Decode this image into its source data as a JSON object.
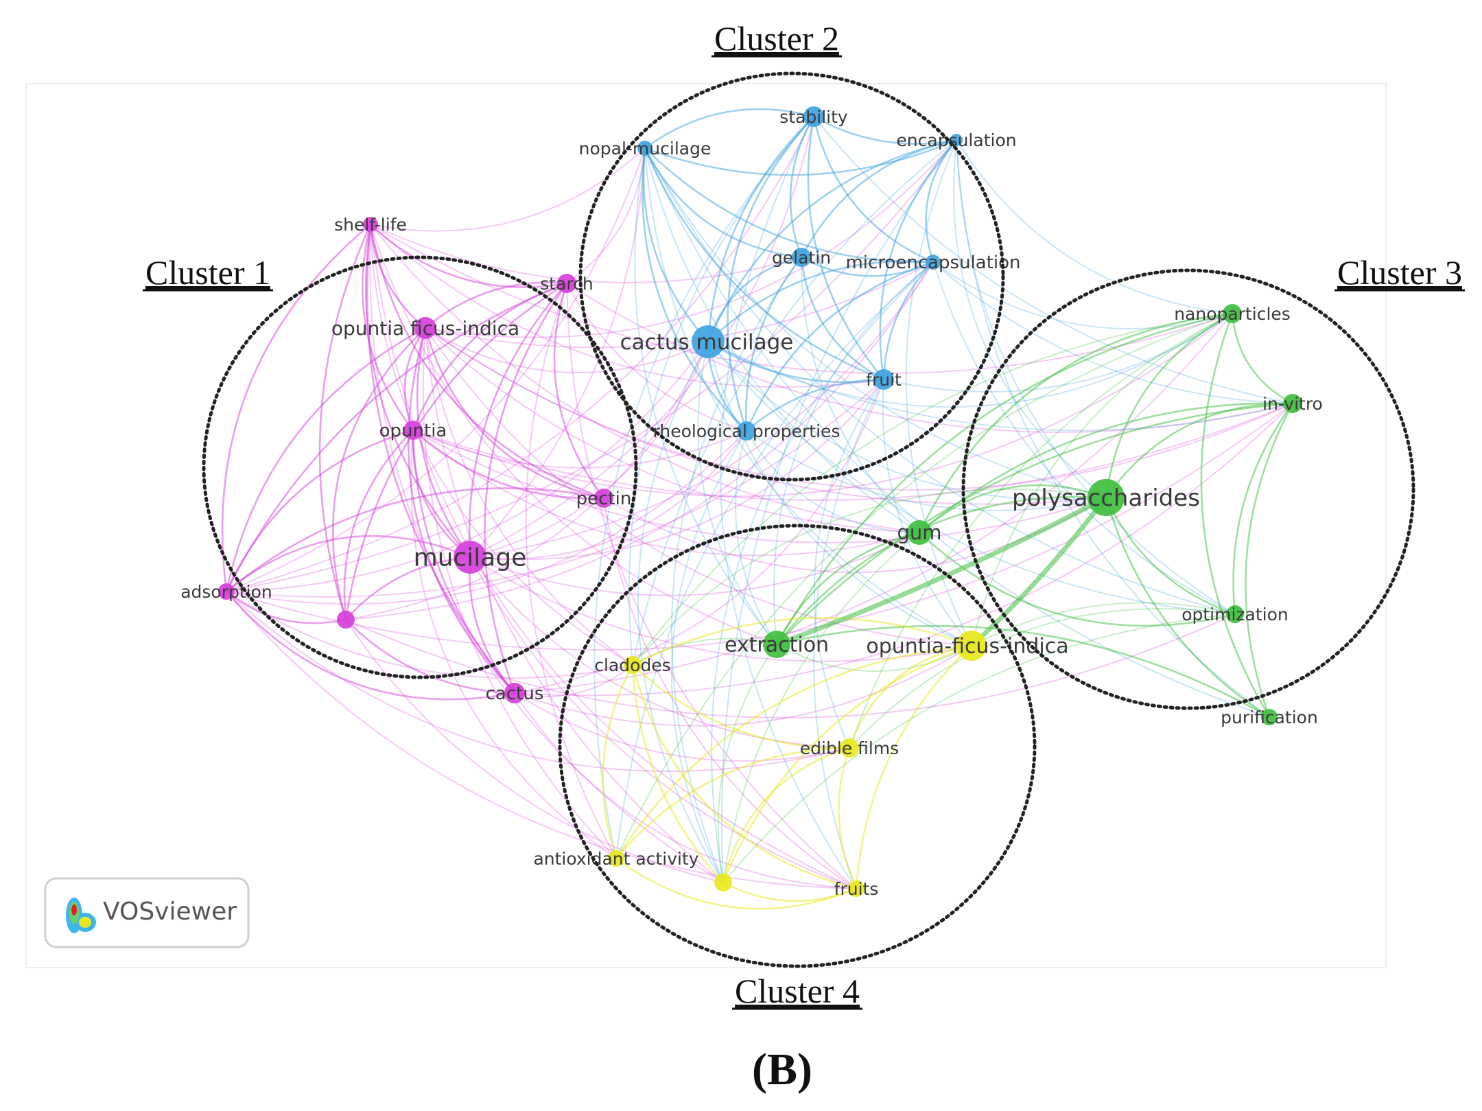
{
  "panel_label": "(B)",
  "logo_text": "VOSviewer",
  "cluster_labels": [
    {
      "id": "c1",
      "text": "Cluster 1"
    },
    {
      "id": "c2",
      "text": "Cluster 2"
    },
    {
      "id": "c3",
      "text": "Cluster 3"
    },
    {
      "id": "c4",
      "text": "Cluster 4"
    }
  ],
  "colors": {
    "cluster1_magenta": "#d63fdc",
    "cluster2_blue": "#3fa3e0",
    "cluster3_green": "#3fbf3f",
    "cluster4_yellow": "#e8e81c",
    "dotted_circle": "#222222"
  },
  "nodes": [
    {
      "id": "shelf-life",
      "label": "shelf-life",
      "cluster": 1
    },
    {
      "id": "starch",
      "label": "starch",
      "cluster": 1
    },
    {
      "id": "opuntia-ficus-indica-1",
      "label": "opuntia ficus-indica",
      "cluster": 1
    },
    {
      "id": "opuntia",
      "label": "opuntia",
      "cluster": 1
    },
    {
      "id": "pectin",
      "label": "pectin",
      "cluster": 1
    },
    {
      "id": "mucilage",
      "label": "mucilage",
      "cluster": 1
    },
    {
      "id": "adsorption",
      "label": "adsorption",
      "cluster": 1
    },
    {
      "id": "unlabeled-1",
      "label": "",
      "cluster": 1
    },
    {
      "id": "cactus",
      "label": "cactus",
      "cluster": 1
    },
    {
      "id": "stability",
      "label": "stability",
      "cluster": 2
    },
    {
      "id": "nopal-mucilage",
      "label": "nopal-mucilage",
      "cluster": 2
    },
    {
      "id": "encapsulation",
      "label": "encapsulation",
      "cluster": 2
    },
    {
      "id": "gelatin",
      "label": "gelatin",
      "cluster": 2
    },
    {
      "id": "microencapsulation",
      "label": "microencapsulation",
      "cluster": 2
    },
    {
      "id": "cactus-mucilage",
      "label": "cactus mucilage",
      "cluster": 2
    },
    {
      "id": "fruit",
      "label": "fruit",
      "cluster": 2
    },
    {
      "id": "rheological-properties",
      "label": "rheological properties",
      "cluster": 2
    },
    {
      "id": "nanoparticles",
      "label": "nanoparticles",
      "cluster": 3
    },
    {
      "id": "in-vitro",
      "label": "in-vitro",
      "cluster": 3
    },
    {
      "id": "polysaccharides",
      "label": "polysaccharides",
      "cluster": 3
    },
    {
      "id": "gum",
      "label": "gum",
      "cluster": 3
    },
    {
      "id": "optimization",
      "label": "optimization",
      "cluster": 3
    },
    {
      "id": "purification",
      "label": "purification",
      "cluster": 3
    },
    {
      "id": "extraction",
      "label": "extraction",
      "cluster": 3
    },
    {
      "id": "opuntia-ficus-indica-4",
      "label": "opuntia-ficus-indica",
      "cluster": 4
    },
    {
      "id": "cladodes",
      "label": "cladodes",
      "cluster": 4
    },
    {
      "id": "edible-films",
      "label": "edible films",
      "cluster": 4
    },
    {
      "id": "antioxidant-activity",
      "label": "antioxidant activity",
      "cluster": 4
    },
    {
      "id": "unlabeled-4",
      "label": "",
      "cluster": 4
    },
    {
      "id": "fruits",
      "label": "fruits",
      "cluster": 4
    }
  ]
}
